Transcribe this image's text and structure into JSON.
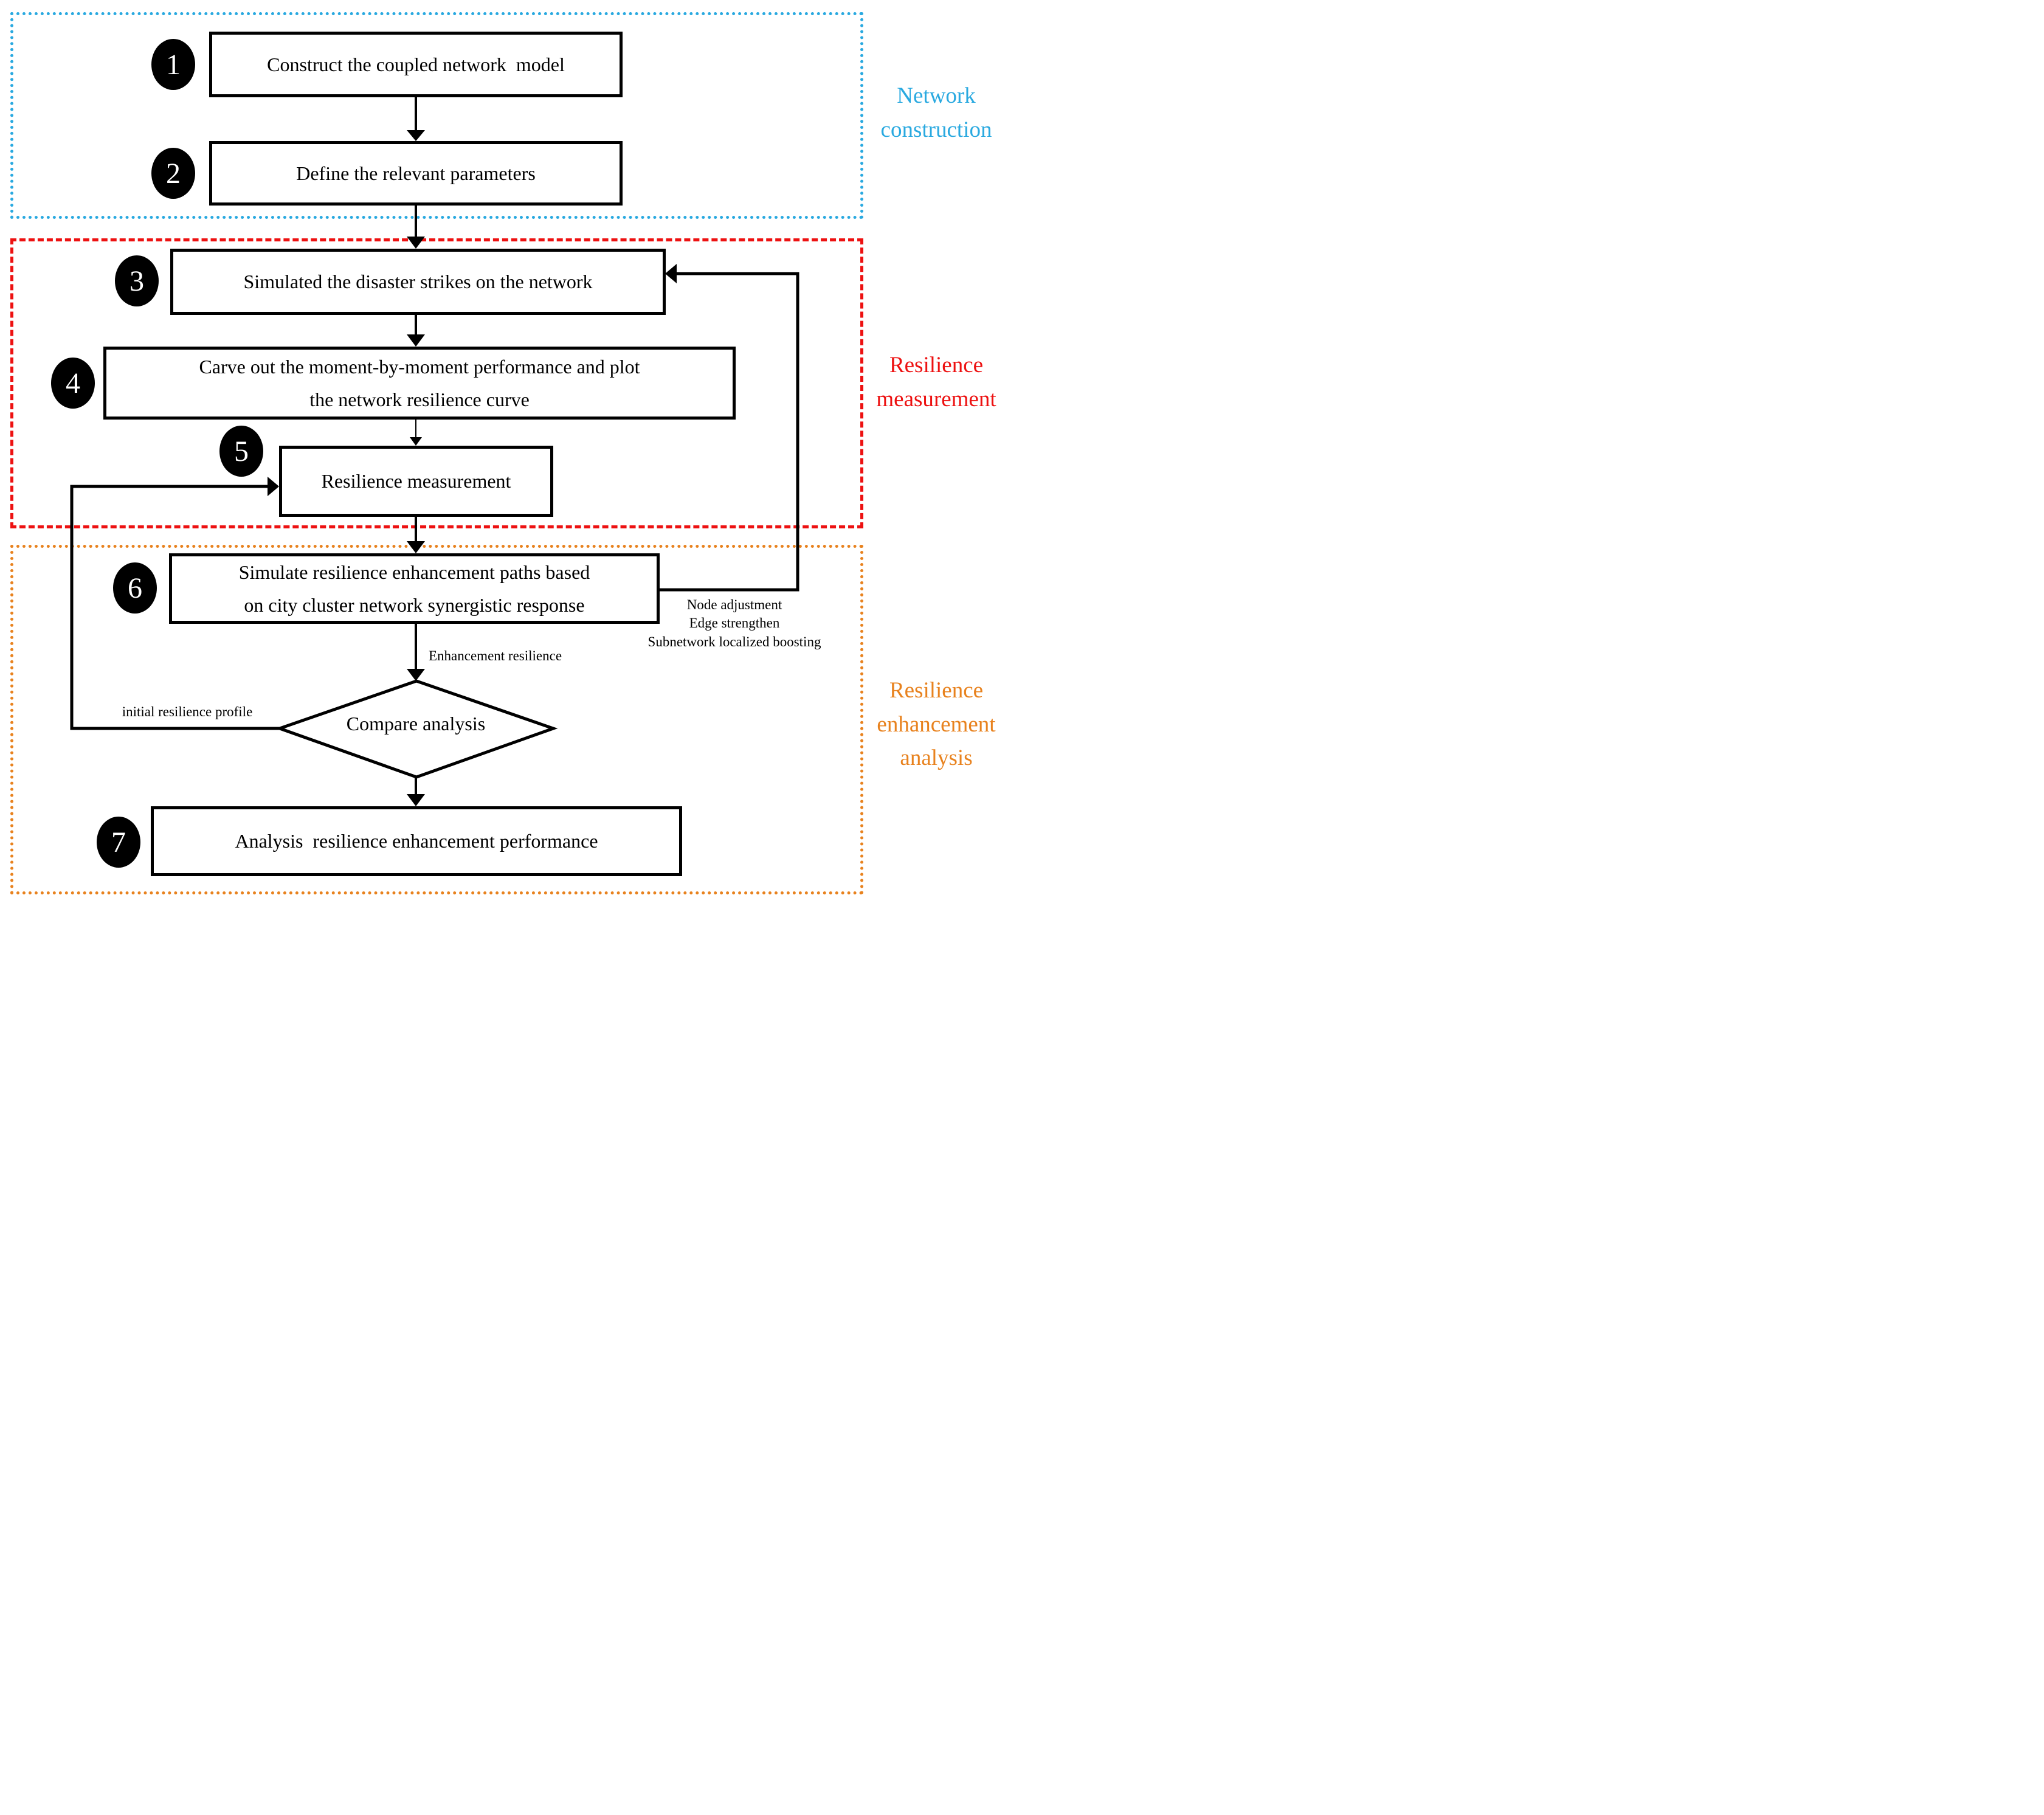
{
  "sections": {
    "network": {
      "label": "Network\nconstruction",
      "color": "#29A9E0"
    },
    "measurement": {
      "label": "Resilience\nmeasurement",
      "color": "#ED1111"
    },
    "enhancement": {
      "label": "Resilience\nenhancement\nanalysis",
      "color": "#E8821E"
    }
  },
  "steps": [
    {
      "num": "1",
      "text": "Construct the coupled network  model"
    },
    {
      "num": "2",
      "text": "Define the relevant parameters"
    },
    {
      "num": "3",
      "text": "Simulated the disaster strikes on the network"
    },
    {
      "num": "4",
      "text": "Carve out the moment-by-moment performance and plot\nthe network resilience curve"
    },
    {
      "num": "5",
      "text": "Resilience measurement"
    },
    {
      "num": "6",
      "text": "Simulate resilience enhancement paths based\non city cluster network synergistic response"
    },
    {
      "num": "7",
      "text": "Analysis  resilience enhancement performance"
    }
  ],
  "decision": {
    "text": "Compare analysis"
  },
  "annotations": {
    "feedback_methods": [
      "Node adjustment",
      "Edge strengthen",
      "Subnetwork localized boosting"
    ],
    "enhancement_label": "Enhancement resilience",
    "initial_label": "initial resilience profile"
  }
}
